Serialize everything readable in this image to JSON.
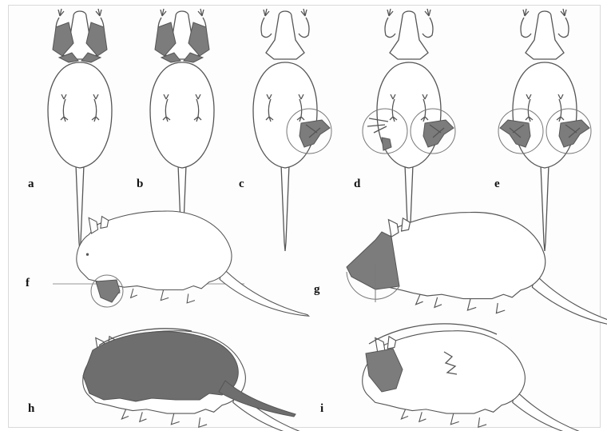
{
  "figure": {
    "panels": [
      {
        "key": "a",
        "label": "a",
        "view": "ventral",
        "shaded": "head-ears"
      },
      {
        "key": "b",
        "label": "b",
        "view": "ventral",
        "shaded": "head-ears"
      },
      {
        "key": "c",
        "label": "c",
        "view": "ventral",
        "shaded": "right-hindlimb"
      },
      {
        "key": "d",
        "label": "d",
        "view": "ventral",
        "shaded": "both-hindfeet"
      },
      {
        "key": "e",
        "label": "e",
        "view": "ventral",
        "shaded": "both-hindlimbs"
      },
      {
        "key": "f",
        "label": "f",
        "view": "lateral",
        "shaded": "forefoot"
      },
      {
        "key": "g",
        "label": "g",
        "view": "lateral",
        "shaded": "head"
      },
      {
        "key": "h",
        "label": "h",
        "view": "lateral",
        "shaded": "whole-body"
      },
      {
        "key": "i",
        "label": "i",
        "view": "lateral",
        "shaded": "shoulder"
      }
    ],
    "colors": {
      "shade": "#7c7c7c",
      "outline": "#555555",
      "frame": "#d9d9d9"
    }
  }
}
